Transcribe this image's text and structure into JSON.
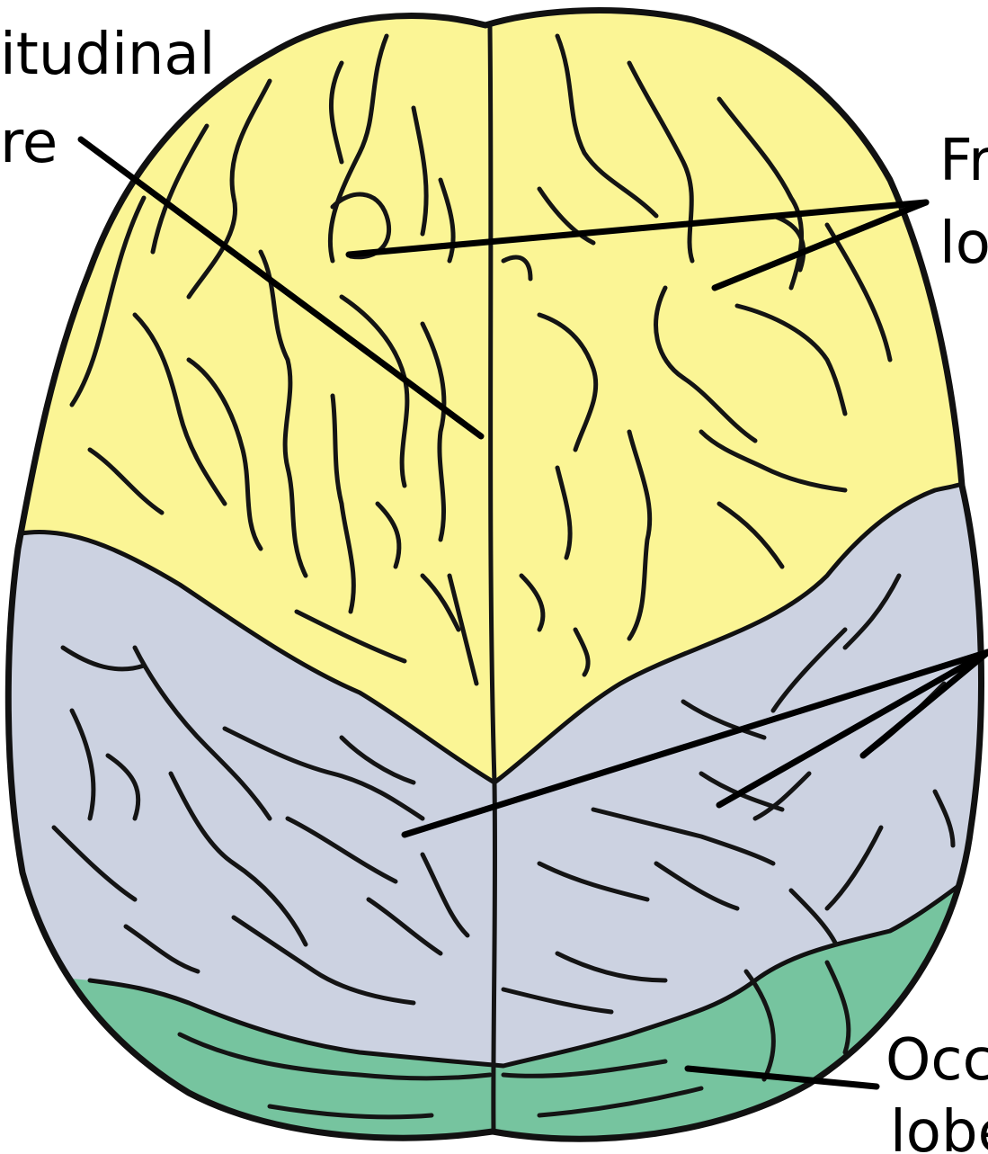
{
  "colors": {
    "frontal": "#fbf595",
    "parietal": "#ccd2e1",
    "occipital": "#76c49f",
    "outline": "#111111",
    "background": "#ffffff"
  },
  "labels": {
    "longitudinal_line1": "itudinal",
    "longitudinal_line2": "re",
    "frontal_line1": "Fr",
    "frontal_line2": "lo",
    "occipital_line1": "Occ",
    "occipital_line2": "lobe"
  }
}
